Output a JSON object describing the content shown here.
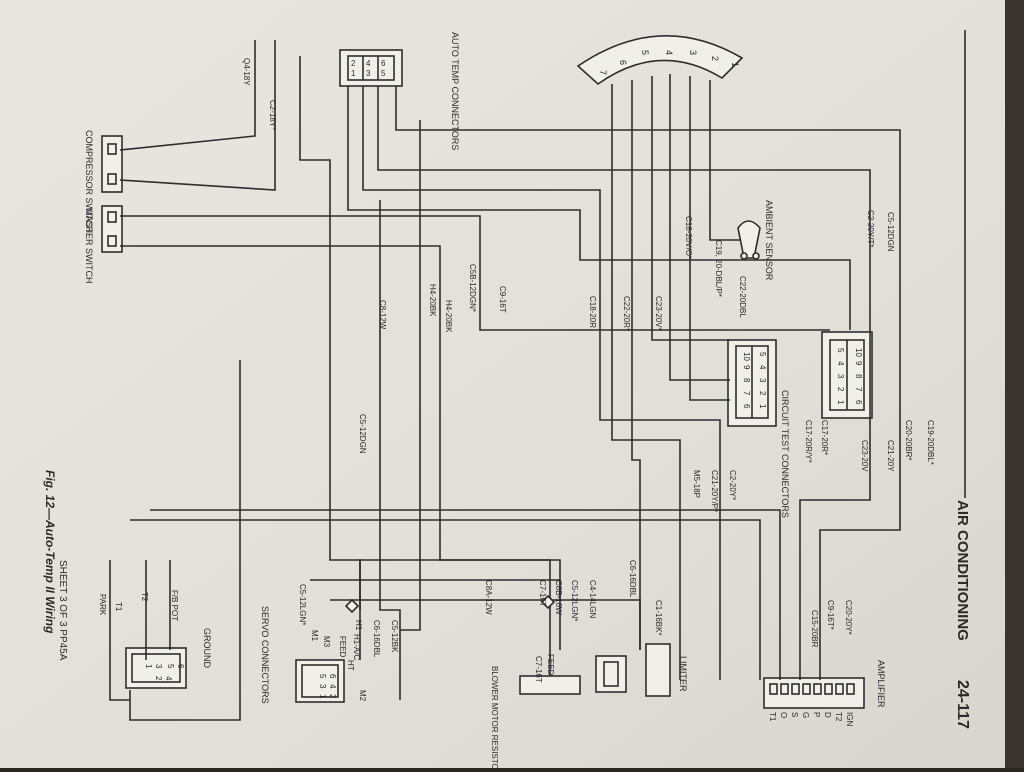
{
  "header": {
    "section": "AIR CONDITIONING",
    "page_number": "24-117"
  },
  "figure": {
    "caption": "Fig. 12—Auto-Temp II Wiring",
    "sheet": "SHEET 3 OF 3 PP45A"
  },
  "components": {
    "auto_temp": "AUTO TEMP\nCONNECTORS",
    "compressor": "COMPRESSOR\nSWITCH",
    "master": "MASTER\nSWITCH",
    "ambient": "AMBIENT SENSOR",
    "circuit_test": "CIRCUIT TEST\nCONNECTORS",
    "amplifier": "AMPLIFIER",
    "limiter": "LIMITER",
    "blower": "BLOWER\nMOTOR\nRESISTOR",
    "servo": "SERVO CONNECTORS",
    "ground": "GROUND"
  },
  "arc_numbers": [
    "1",
    "2",
    "3",
    "4",
    "5",
    "6",
    "7"
  ],
  "connector_pins": {
    "auto_temp_top": [
      "5",
      "6"
    ],
    "auto_temp_mid": [
      "3",
      "4"
    ],
    "auto_temp_bot": [
      "1",
      "2"
    ],
    "ct_upper_row1": [
      "10",
      "9",
      "8",
      "7",
      "6"
    ],
    "ct_upper_row2": [
      "5",
      "4",
      "3",
      "2",
      "1"
    ],
    "ct_lower_row1": [
      "5",
      "4",
      "3",
      "2",
      "1"
    ],
    "ct_lower_row2": [
      "10",
      "9",
      "8",
      "7",
      "6"
    ],
    "amplifier_pins": [
      "T1",
      "O",
      "S",
      "G",
      "P",
      "D",
      "T2",
      "IGN"
    ],
    "servo_pins": [
      "5",
      "6",
      "3",
      "4",
      "1",
      "2"
    ],
    "ground_pins": [
      "5",
      "6",
      "3",
      "4",
      "1",
      "2"
    ],
    "blower_pins": [
      "M1",
      "HI",
      "M2",
      "M3"
    ]
  },
  "wire_labels": [
    "C5-12DGN",
    "C2-20Y/T*",
    "C19-20DBL*",
    "C20-20BR*",
    "C21-20Y",
    "C23-20V",
    "C17-20R*",
    "C17-20R/Y*",
    "C20-20Y*",
    "C9-16T*",
    "C15-20BR",
    "C2-20Y*",
    "C21-20Y/P*",
    "M5-18P",
    "C1-16BK*",
    "C6-16DBL",
    "C4-14LGN",
    "C5-12LGN*",
    "C8B-16W",
    "C7-16T",
    "C8A-12W",
    "C5-12BK",
    "C6-16DBL",
    "H1-A/C",
    "C5-12LGN*",
    "F/B POT",
    "T2",
    "T1",
    "PARK",
    "Q4-18Y",
    "C2-18Y*",
    "C8-12W",
    "H4-20BK",
    "C5B-12DGN*",
    "H4-20BK",
    "C9-16T",
    "C5-12DGN",
    "C18-20V/O*",
    "C22-20R*",
    "C23-20V*",
    "C18-20R",
    "C19, 20-DBL/P*",
    "C22-20DBL",
    "FEED",
    "FEED",
    "M3",
    "M1",
    "H1",
    "HT",
    "M2",
    "C7-16T"
  ]
}
